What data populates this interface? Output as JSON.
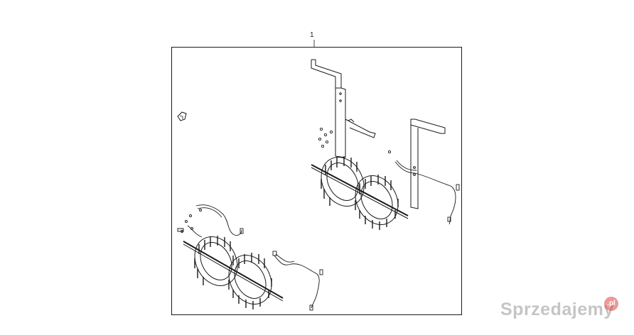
{
  "diagram": {
    "callout_number": "1",
    "line_color": "#1a1a1a"
  },
  "watermark": {
    "text": "Sprzedajemy",
    "badge_text": ".pl",
    "badge_color": "#dc4646"
  }
}
